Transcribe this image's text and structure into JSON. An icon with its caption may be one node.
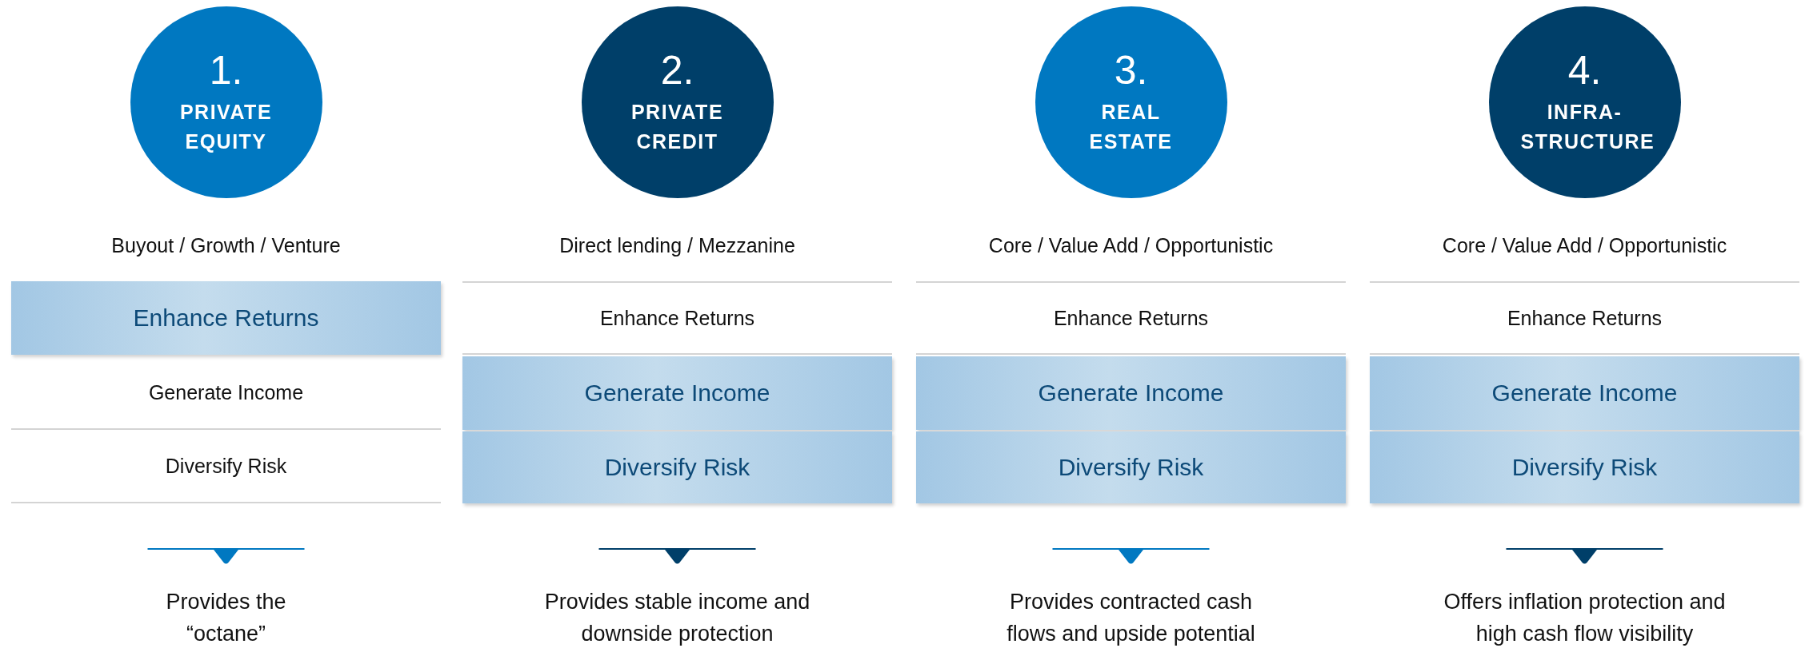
{
  "diagram": {
    "nodes": [
      {
        "text": [
          "1.",
          "PRIVATE EQUITY"
        ]
      },
      {
        "text": [
          "Enhance Returns"
        ]
      },
      {
        "text": [
          "Generate Income"
        ]
      },
      {
        "text": [
          "Diversify Risk"
        ]
      },
      {
        "text": [
          "2.",
          "PRIVATE CREDIT"
        ]
      },
      {
        "text": [
          "Enhance Returns"
        ]
      },
      {
        "text": [
          "Generate Income"
        ]
      },
      {
        "text": [
          "Diversify Risk"
        ]
      },
      {
        "text": [
          "3.",
          "REAL ESTATE"
        ]
      },
      {
        "text": [
          "Enhance Returns"
        ]
      },
      {
        "text": [
          "Generate Income"
        ]
      },
      {
        "text": [
          "Diversify Risk"
        ]
      },
      {
        "text": [
          "4.",
          "INFRA- STRUCTURE"
        ]
      },
      {
        "text": [
          "Enhance Returns"
        ]
      },
      {
        "text": [
          "Generate Income"
        ]
      },
      {
        "text": [
          "Diversify Risk"
        ]
      }
    ],
    "labels": [
      "Buyout / Growth / Venture",
      "Direct lending / Mezzanine",
      "Core / Value Add / Opportunistic",
      "Core / Value Add / Opportunistic",
      "Provides the “octane”",
      "Provides stable income and downside protection",
      "Provides contracted cash flows and upside potential",
      "Offers inflation protection and high cash flow visibility"
    ]
  }
}
